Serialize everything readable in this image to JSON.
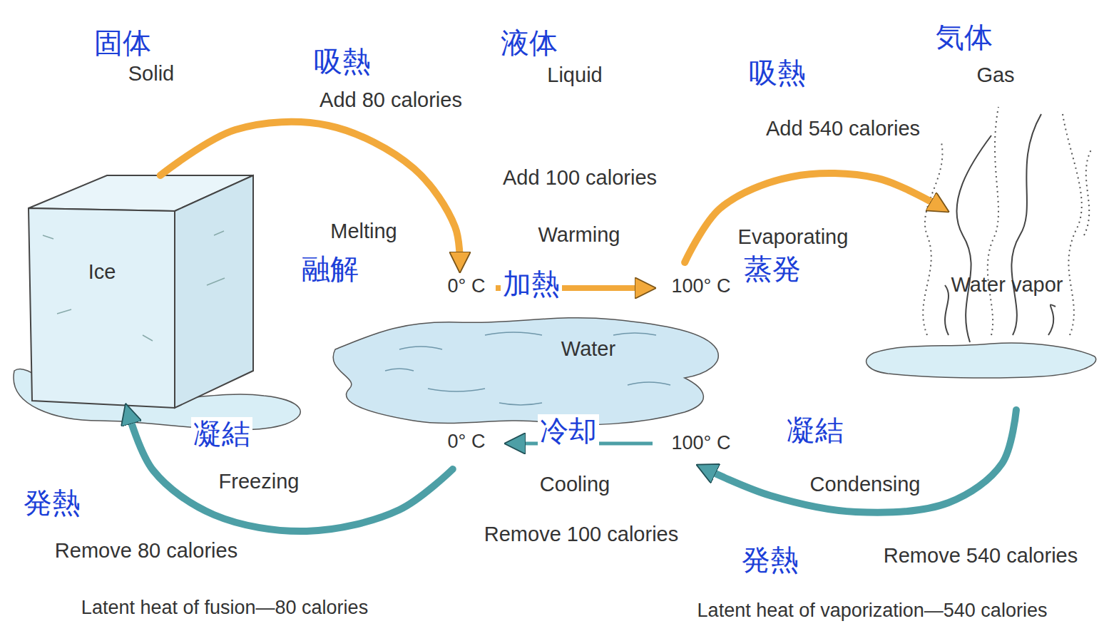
{
  "diagram": {
    "nodes": [
      {
        "text": [
          "Ice"
        ]
      },
      {
        "text": [
          "Water"
        ]
      },
      {
        "text": [
          "Water vapor"
        ]
      }
    ],
    "edges": [
      {
        "from": 0,
        "to": 1,
        "arrow": "to"
      },
      {
        "from": 1,
        "to": 2,
        "arrow": "to"
      },
      {
        "from": 2,
        "to": 1,
        "arrow": "to"
      },
      {
        "from": 1,
        "to": 0,
        "arrow": "to"
      }
    ],
    "labels": [
      "固体",
      "Solid",
      "吸熱",
      "Add 80 calories",
      "液体",
      "Liquid",
      "吸熱",
      "Add 540 calories",
      "気体",
      "Gas",
      "Add 100 calories",
      "Melting",
      "融解",
      "Warming",
      "Evaporating",
      "蒸発",
      "0° C",
      "加熱",
      "100° C",
      "凝結",
      "冷却",
      "凝結",
      "0° C",
      "100° C",
      "発熱",
      "Freezing",
      "Cooling",
      "Condensing",
      "Remove 100 calories",
      "Remove 80 calories",
      "発熱",
      "Remove 540 calories",
      "Latent heat of fusion—80 calories",
      "Latent heat of vaporization—540 calories"
    ]
  }
}
